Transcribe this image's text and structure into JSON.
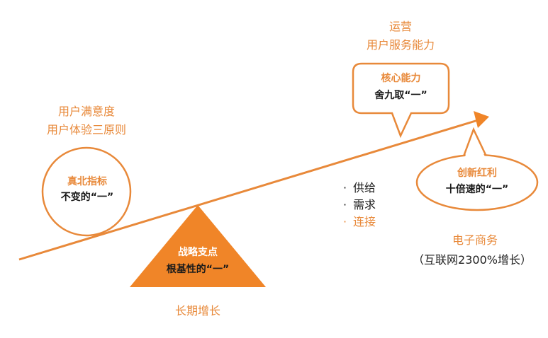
{
  "colors": {
    "accent": "#F08528",
    "accent_text": "#E8893A",
    "dark_text": "#1a1a1a",
    "background": "#ffffff"
  },
  "left_header": {
    "line1": "用户满意度",
    "line2": "用户体验三原则"
  },
  "north_star": {
    "title": "真北指标",
    "subtitle": "不变的“一”"
  },
  "fulcrum": {
    "title": "战略支点",
    "subtitle": "根基性的“一”"
  },
  "bottom_label": "长期增长",
  "top_header": {
    "line1": "运营",
    "line2": "用户服务能力"
  },
  "core_bubble": {
    "title": "核心能力",
    "subtitle": "舍九取“一”"
  },
  "innovation_bubble": {
    "title": "创新红利",
    "subtitle": "十倍速的“一”"
  },
  "bullets": [
    {
      "dot": "·",
      "text": "供给"
    },
    {
      "dot": "·",
      "text": "需求"
    },
    {
      "dot": "·",
      "text": "连接"
    }
  ],
  "ecommerce": {
    "title": "电子商务",
    "subtitle": "（互联网2300%增长）"
  },
  "icons": {
    "growth_arrow": "arrow-right-icon"
  }
}
